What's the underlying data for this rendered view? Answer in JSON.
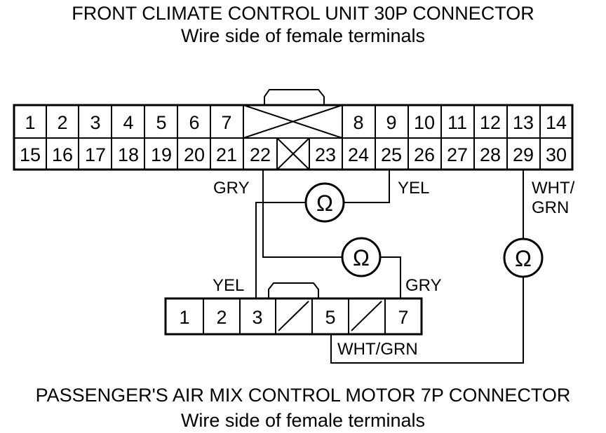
{
  "top_connector": {
    "title": "FRONT CLIMATE CONTROL UNIT 30P CONNECTOR",
    "subtitle": "Wire side of female terminals",
    "row1": [
      "1",
      "2",
      "3",
      "4",
      "5",
      "6",
      "7",
      "8",
      "9",
      "10",
      "11",
      "12",
      "13",
      "14"
    ],
    "row2": [
      "15",
      "16",
      "17",
      "18",
      "19",
      "20",
      "21",
      "22",
      "23",
      "24",
      "25",
      "26",
      "27",
      "28",
      "29",
      "30"
    ]
  },
  "bottom_connector": {
    "title": "PASSENGER'S AIR MIX CONTROL MOTOR 7P CONNECTOR",
    "subtitle": "Wire side of female terminals",
    "pins": [
      "1",
      "2",
      "3",
      "5",
      "7"
    ]
  },
  "wires": {
    "gry_top": "GRY",
    "yel_top": "YEL",
    "wht_grn_top": "WHT/\nGRN",
    "yel_bottom": "YEL",
    "gry_bottom": "GRY",
    "wht_grn_bottom": "WHT/GRN"
  },
  "meters": {
    "symbol": "Ω"
  }
}
